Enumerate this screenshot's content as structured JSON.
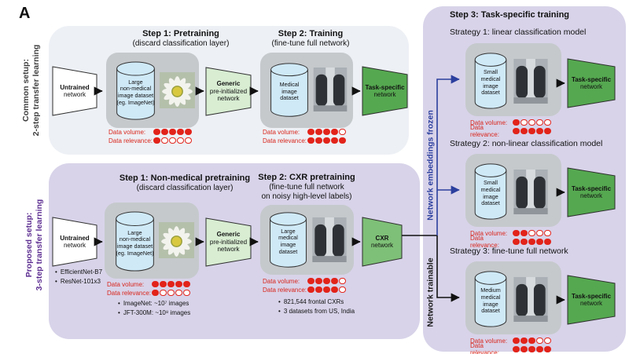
{
  "figure_label": "A",
  "colors": {
    "red": "#e2231a",
    "blue_frozen": "#2b3f9e",
    "purple_label": "#5c2d91",
    "panel_purple": "#d8d3e9",
    "panel_gray": "#edf0f5",
    "box_gray": "#c5c9cc",
    "cylinder_blue": "#cfe9f7",
    "green_light": "#d8edd2",
    "green_mid": "#7ec077",
    "green_dark": "#55a850"
  },
  "common": {
    "side_label": [
      "Common setup:",
      "2-step transfer learning"
    ],
    "step1": {
      "title": "Step 1: Pretraining",
      "subtitle": "(discard classification layer)",
      "untrained": [
        "Untrained",
        "network"
      ],
      "dataset": [
        "Large",
        "non-medical",
        "image dataset",
        "(eg. ImageNet)"
      ],
      "volume_label": "Data volume:",
      "relevance_label": "Data relevance:",
      "volume": 5,
      "relevance": 1
    },
    "step2": {
      "title": "Step 2: Training",
      "subtitle": "(fine-tune full network)",
      "generic": [
        "Generic",
        "pre-initialized",
        "network"
      ],
      "dataset": [
        "Medical",
        "image",
        "dataset"
      ],
      "task": [
        "Task-specific",
        "network"
      ],
      "volume_label": "Data volume:",
      "relevance_label": "Data relevance:",
      "volume": 4,
      "relevance": 5
    }
  },
  "proposed": {
    "side_label": [
      "Proposed setup:",
      "3-step transfer learning"
    ],
    "step1": {
      "title": "Step 1: Non-medical pretraining",
      "subtitle": "(discard classification layer)",
      "untrained": [
        "Untrained",
        "network"
      ],
      "arch_notes": [
        "EfficientNet-B7",
        "ResNet-101x3"
      ],
      "dataset": [
        "Large",
        "non-medical",
        "image dataset",
        "(eg. ImageNet)"
      ],
      "volume_label": "Data volume:",
      "relevance_label": "Data relevance:",
      "volume": 5,
      "relevance": 1,
      "notes": [
        "ImageNet: ~10⁷ images",
        "JFT-300M: ~10⁸ images"
      ]
    },
    "step2": {
      "title": "Step 2: CXR pretraining",
      "subtitle1": "(fine-tune full network",
      "subtitle2": "on noisy high-level labels)",
      "generic": [
        "Generic",
        "pre-initialized",
        "network"
      ],
      "dataset": [
        "Large",
        "medical",
        "image",
        "dataset"
      ],
      "cxr": [
        "CXR",
        "network"
      ],
      "volume_label": "Data volume:",
      "relevance_label": "Data relevance:",
      "volume": 4,
      "relevance": 4,
      "notes": [
        "821,544 frontal CXRs",
        "3 datasets from US, India"
      ]
    }
  },
  "step3": {
    "title": "Step 3: Task-specific training",
    "frozen_label": "Network embeddings frozen",
    "trainable_label": "Network trainable",
    "volume_label": "Data volume:",
    "relevance_label": "Data relevance:",
    "strategies": [
      {
        "label": "Strategy 1: linear classification model",
        "dataset": [
          "Small",
          "medical",
          "image",
          "dataset"
        ],
        "task": [
          "Task-specific",
          "network"
        ],
        "volume": 1,
        "relevance": 5
      },
      {
        "label": "Strategy 2: non-linear classification model",
        "dataset": [
          "Small",
          "medical",
          "image",
          "dataset"
        ],
        "task": [
          "Task-specific",
          "network"
        ],
        "volume": 2,
        "relevance": 5
      },
      {
        "label": "Strategy 3: fine-tune full network",
        "dataset": [
          "Medium",
          "medical",
          "image",
          "dataset"
        ],
        "task": [
          "Task-specific",
          "network"
        ],
        "volume": 3,
        "relevance": 5
      }
    ]
  }
}
